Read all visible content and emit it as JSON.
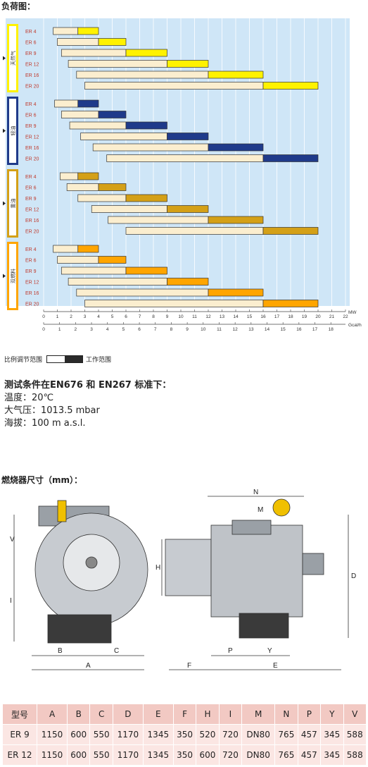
{
  "load_title": "负荷图：",
  "legend": {
    "proportional": "比例调节范围",
    "working": "工作范围"
  },
  "test_conditions": {
    "heading": "测试条件在EN676 和 EN267 标准下：",
    "lines": [
      "温度：20℃",
      "大气压：1013.5 mbar",
      "海拔：100 m a.s.l."
    ]
  },
  "dims_title": "燃烧器尺寸（mm）：",
  "chart_data": {
    "type": "bar",
    "title": "",
    "xlabel": "MW",
    "xlabel2": "Gcal/h",
    "xlim": [
      0,
      22
    ],
    "x_ticks": [
      "0",
      "1",
      "2",
      "3",
      "4",
      "5",
      "6",
      "7",
      "8",
      "9",
      "10",
      "11",
      "12",
      "13",
      "14",
      "15",
      "16",
      "17",
      "18",
      "19",
      "20",
      "21",
      "22"
    ],
    "x2_ticks": [
      "0",
      "1",
      "2",
      "3",
      "4",
      "5",
      "6",
      "7",
      "8",
      "9",
      "10",
      "11",
      "12",
      "13",
      "14",
      "15",
      "16",
      "17",
      "18"
    ],
    "fuel_groups": [
      {
        "name": "天然气",
        "color": "#fff200",
        "models": [
          {
            "name": "ER 4",
            "proportional": [
              0.7,
              2.5
            ],
            "working": [
              2.5,
              4
            ]
          },
          {
            "name": "ER 6",
            "proportional": [
              1,
              4
            ],
            "working": [
              4,
              6
            ]
          },
          {
            "name": "ER 9",
            "proportional": [
              1.3,
              6
            ],
            "working": [
              6,
              9
            ]
          },
          {
            "name": "ER 12",
            "proportional": [
              1.8,
              9
            ],
            "working": [
              9,
              12
            ]
          },
          {
            "name": "ER 16",
            "proportional": [
              2.4,
              12
            ],
            "working": [
              12,
              16
            ]
          },
          {
            "name": "ER 20",
            "proportional": [
              3,
              16
            ],
            "working": [
              16,
              20
            ]
          }
        ]
      },
      {
        "name": "轻油",
        "color": "#1f3a8a",
        "models": [
          {
            "name": "ER 4",
            "proportional": [
              0.8,
              2.5
            ],
            "working": [
              2.5,
              4
            ]
          },
          {
            "name": "ER 6",
            "proportional": [
              1.3,
              4
            ],
            "working": [
              4,
              6
            ]
          },
          {
            "name": "ER 9",
            "proportional": [
              1.9,
              6
            ],
            "working": [
              6,
              9
            ]
          },
          {
            "name": "ER 12",
            "proportional": [
              2.7,
              9
            ],
            "working": [
              9,
              12
            ]
          },
          {
            "name": "ER 16",
            "proportional": [
              3.6,
              12
            ],
            "working": [
              12,
              16
            ]
          },
          {
            "name": "ER 20",
            "proportional": [
              4.6,
              16
            ],
            "working": [
              16,
              20
            ]
          }
        ]
      },
      {
        "name": "重油",
        "color": "#d4a017",
        "models": [
          {
            "name": "ER 4",
            "proportional": [
              1.2,
              2.5
            ],
            "working": [
              2.5,
              4
            ]
          },
          {
            "name": "ER 6",
            "proportional": [
              1.7,
              4
            ],
            "working": [
              4,
              6
            ]
          },
          {
            "name": "ER 9",
            "proportional": [
              2.5,
              6
            ],
            "working": [
              6,
              9
            ]
          },
          {
            "name": "ER 12",
            "proportional": [
              3.5,
              9
            ],
            "working": [
              9,
              12
            ]
          },
          {
            "name": "ER 16",
            "proportional": [
              4.7,
              12
            ],
            "working": [
              12,
              16
            ]
          },
          {
            "name": "ER 20",
            "proportional": [
              6,
              16
            ],
            "working": [
              16,
              20
            ]
          }
        ]
      },
      {
        "name": "双燃料",
        "color": "#ffa500",
        "models": [
          {
            "name": "ER 4",
            "proportional": [
              0.7,
              2.5
            ],
            "working": [
              2.5,
              4
            ]
          },
          {
            "name": "ER 6",
            "proportional": [
              1,
              4
            ],
            "working": [
              4,
              6
            ]
          },
          {
            "name": "ER 9",
            "proportional": [
              1.3,
              6
            ],
            "working": [
              6,
              9
            ]
          },
          {
            "name": "ER 12",
            "proportional": [
              1.8,
              9
            ],
            "working": [
              9,
              12
            ]
          },
          {
            "name": "ER 16",
            "proportional": [
              2.4,
              12
            ],
            "working": [
              12,
              16
            ]
          },
          {
            "name": "ER 20",
            "proportional": [
              3,
              16
            ],
            "working": [
              16,
              20
            ]
          }
        ]
      }
    ]
  },
  "drawing_labels": {
    "V": "V",
    "I": "I",
    "B": "B",
    "C": "C",
    "A": "A",
    "N": "N",
    "M": "M",
    "H": "H",
    "D": "D",
    "P": "P",
    "Y": "Y",
    "F": "F",
    "E": "E"
  },
  "dims_table": {
    "headers": [
      "型号",
      "A",
      "B",
      "C",
      "D",
      "E",
      "F",
      "H",
      "I",
      "M",
      "N",
      "P",
      "Y",
      "V"
    ],
    "rows": [
      [
        "ER 9",
        "1150",
        "600",
        "550",
        "1170",
        "1345",
        "350",
        "520",
        "720",
        "DN80",
        "765",
        "457",
        "345",
        "588"
      ],
      [
        "ER 12",
        "1150",
        "600",
        "550",
        "1170",
        "1345",
        "350",
        "600",
        "720",
        "DN80",
        "765",
        "457",
        "345",
        "588"
      ]
    ]
  }
}
